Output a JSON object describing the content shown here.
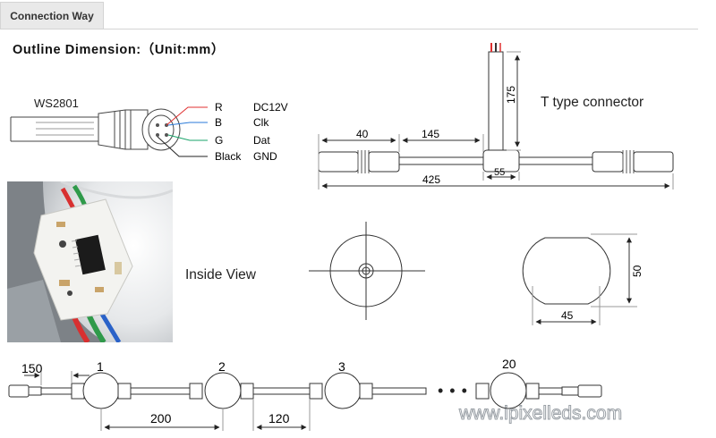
{
  "tab": {
    "label": "Connection Way"
  },
  "heading": {
    "title": "Outline Dimension",
    "sep": ":（",
    "unit": "Unit:mm",
    "close": "）"
  },
  "ws2801": {
    "model": "WS2801",
    "wires": [
      {
        "letter": "R",
        "signal": "DC12V",
        "color": "#e03030"
      },
      {
        "letter": "B",
        "signal": "Clk",
        "color": "#2a7ad8"
      },
      {
        "letter": "G",
        "signal": "Dat",
        "color": "#1aa36a"
      },
      {
        "letter": "Black",
        "signal": "GND",
        "color": "#222222"
      }
    ]
  },
  "t_connector": {
    "label": "T type connector",
    "dims": {
      "vertical": "175",
      "left": "40",
      "mid": "145",
      "body": "55",
      "total": "425"
    }
  },
  "inside_view": {
    "label": "Inside View"
  },
  "side_view": {
    "height": "50",
    "width": "45"
  },
  "chain": {
    "nodes": [
      "1",
      "2",
      "3",
      "20"
    ],
    "ellipsis": "• • •",
    "dims": {
      "lead": "150",
      "pitch": "200",
      "gap": "120"
    }
  },
  "watermark": "www.ipixelleds.com"
}
